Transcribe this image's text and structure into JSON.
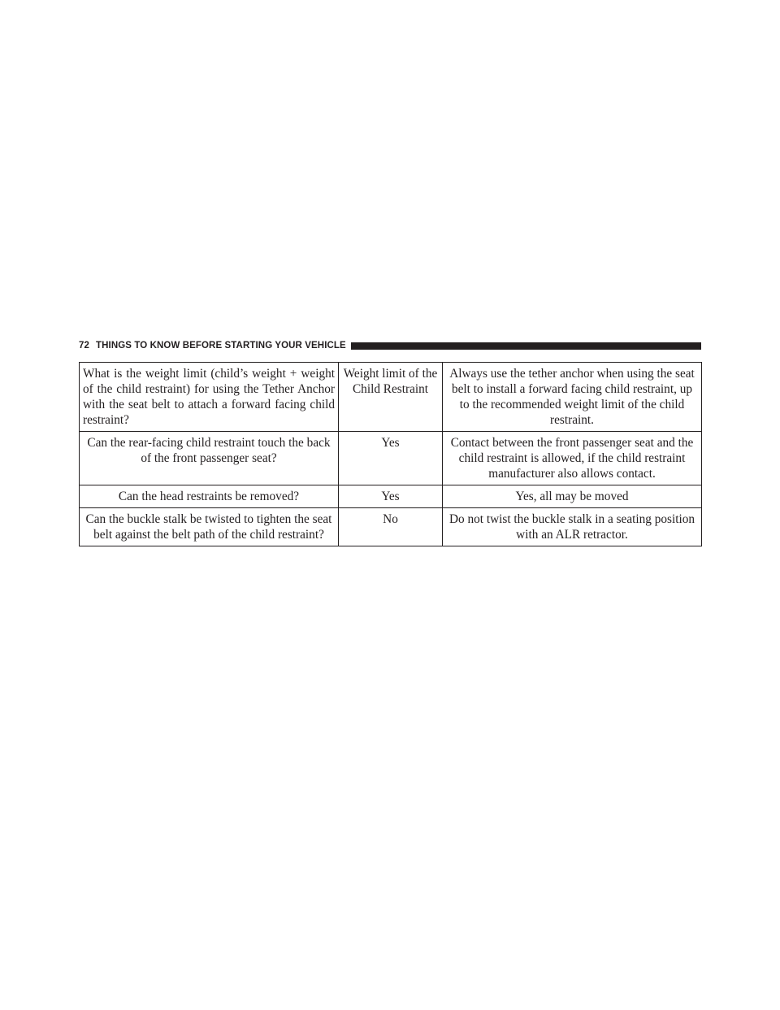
{
  "header": {
    "page_number": "72",
    "section_title": "THINGS TO KNOW BEFORE STARTING YOUR VEHICLE"
  },
  "table": {
    "rows": [
      {
        "question": "What is the weight limit (child’s weight + weight of the child restraint) for using the Tether Anchor with the seat belt to attach a forward facing child restraint?",
        "answer": "Weight limit of the Child Restraint",
        "notes": "Always use the tether anchor when using the seat belt to install a forward facing child restraint, up to the recommended weight limit of the child restraint."
      },
      {
        "question": "Can the rear-facing child restraint touch the back of the front passenger seat?",
        "answer": "Yes",
        "notes": "Contact between the front passenger seat and the child restraint is allowed, if the child restraint manufacturer also allows contact."
      },
      {
        "question": "Can the head restraints be removed?",
        "answer": "Yes",
        "notes": "Yes, all may be moved"
      },
      {
        "question": "Can the buckle stalk be twisted to tighten the seat belt against the belt path of the child restraint?",
        "answer": "No",
        "notes": "Do not twist the buckle stalk in a seating position with an ALR retractor."
      }
    ]
  }
}
